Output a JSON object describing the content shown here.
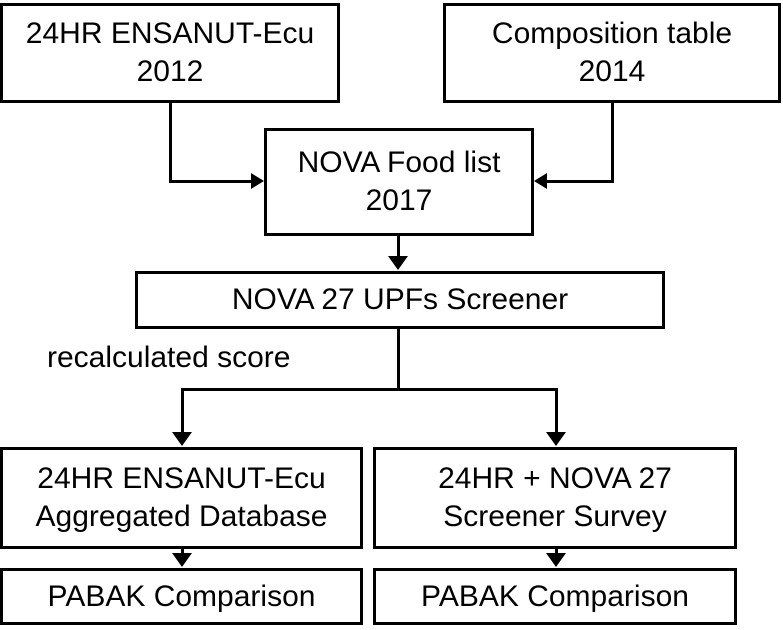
{
  "colors": {
    "background": "#ffffff",
    "stroke": "#000000",
    "text": "#000000"
  },
  "nodes": {
    "recall_24hr_2012": {
      "line1": "24HR ENSANUT-Ecu",
      "line2": "2012"
    },
    "composition_table_2014": {
      "line1": "Composition table",
      "line2": "2014"
    },
    "nova_food_list_2017": {
      "line1": "NOVA Food list",
      "line2": "2017"
    },
    "nova_27_upfs_screener": {
      "line1": "NOVA 27 UPFs Screener"
    },
    "aggregated_database": {
      "line1": "24HR ENSANUT-Ecu",
      "line2": "Aggregated Database"
    },
    "screener_survey": {
      "line1": "24HR + NOVA 27",
      "line2": "Screener Survey"
    },
    "pabak_comparison_left": {
      "line1": "PABAK Comparison"
    },
    "pabak_comparison_right": {
      "line1": "PABAK Comparison"
    }
  },
  "labels": {
    "recalculated_score": "recalculated score"
  }
}
